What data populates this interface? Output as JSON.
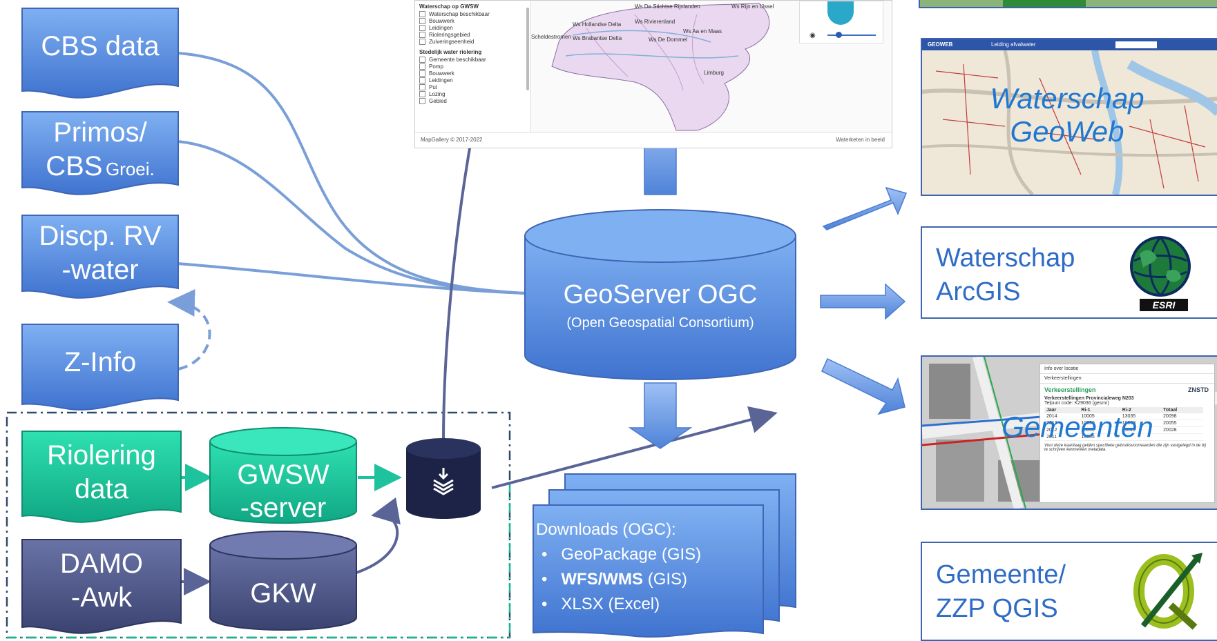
{
  "sources": {
    "cbs": "CBS data",
    "primos_line1": "Primos/",
    "primos_line2_a": "CBS",
    "primos_line2_b": "Groei.",
    "discp_line1": "Discp. RV",
    "discp_line2": "-water",
    "zinfo": "Z-Info",
    "riolering_line1": "Riolering",
    "riolering_line2": "data",
    "damo_line1": "DAMO",
    "damo_line2": "-Awk"
  },
  "servers": {
    "gwsw_line1": "GWSW",
    "gwsw_line2": "-server",
    "gkw": "GKW",
    "geoserver_title": "GeoServer OGC",
    "geoserver_subtitle": "(Open Geospatial Consortium)"
  },
  "downloads": {
    "title": "Downloads (OGC):",
    "item1": "GeoPackage (GIS)",
    "item2_bold": "WFS/WMS",
    "item2_rest": " (GIS)",
    "item3": "XLSX (Excel)"
  },
  "consumers": {
    "geoweb_line1": "Waterschap",
    "geoweb_line2": "GeoWeb",
    "arcgis_line1": "Waterschap",
    "arcgis_line2": "ArcGIS",
    "esri_logo": "ESRI",
    "gemeenten": "Gemeenten",
    "qgis_line1": "Gemeente/",
    "qgis_line2": "ZZP QGIS"
  },
  "mapgallery": {
    "group1": "Waterschap op GWSW",
    "group1_items": [
      "Waterschap beschikbaar",
      "Bouwwerk",
      "Leidingen",
      "Rioleringsgebied",
      "Zuiveringseenheid"
    ],
    "group2": "Stedelijk water riolering",
    "group2_items": [
      "Gemeente beschikbaar",
      "Pomp",
      "Bouwwerk",
      "Leidingen",
      "Put",
      "Lozing",
      "Gebied"
    ],
    "footer_left": "MapGallery © 2017-2022",
    "footer_right": "Waterketen in beeld",
    "map_labels": [
      "Ws De Stichtse Rijnlanden",
      "Ws Rijn en IJssel",
      "Ws Rivierenland",
      "Ws Brabantse Delta",
      "Ws De Dommel",
      "Ws Aa en Maas",
      "Ws Hollandse Delta",
      "Scheldestromen",
      "Limburg"
    ]
  },
  "geoweb_shot": {
    "logo": "GEOWEB",
    "tab": "Leiding afvalwater"
  },
  "gemeenten_shot": {
    "panel_title": "Info over locatie",
    "panel_subtitle": "Verkeerstellingen",
    "heading": "Verkeerstellingen",
    "brand": "ZNSTD",
    "subheading": "Verkeerstellingen Provincialeweg N203",
    "telpunt": "Telpunt code: K29036 (gesmr)",
    "columns": [
      "Jaar",
      "Ri-1",
      "Ri-2",
      "Totaal"
    ],
    "rows": [
      [
        "2014",
        "10005",
        "13035",
        "20098"
      ],
      [
        "2013",
        "10050",
        "10003",
        "20055"
      ],
      [
        "2012",
        "10060",
        "11043",
        "20028"
      ],
      [
        "2011",
        "10005",
        "",
        ""
      ]
    ],
    "note": "Voor deze kaartlaag gelden specifieke gebruiksvoorwaarden die zijn vastgelegd in de bij te schrijven kenmerken metadata."
  },
  "colors": {
    "blue_fill": "#5b8fe0",
    "green_fill": "#1ec29c",
    "navy_fill": "#44507e",
    "connector": "#7a9fd8",
    "dark_icon_bg": "#1c2346"
  }
}
